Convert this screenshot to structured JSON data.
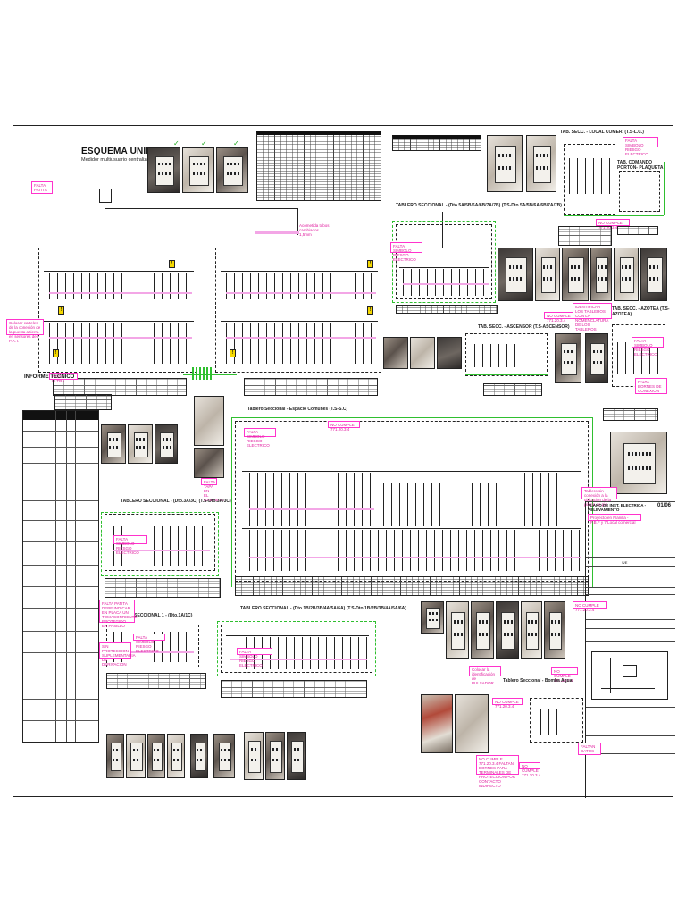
{
  "main": {
    "title": "ESQUEMA UNIFILAR",
    "subtitle": "Medidor multiusuario centralizado"
  },
  "report": {
    "title": "INFORME TECNICO"
  },
  "boards": {
    "sec_a": "TABLERO SECCIONAL - (Dto.5A/5B/6A/6B/7A/7B) (T.S-Dto.5A/5B/6A/6B/7A/7B)",
    "local": "TAB. SECC. - LOCAL COMER. (T.S-L.C.)",
    "porton": "TAB. COMANDO PORTON- PLAQUETA",
    "ascensor": "TAB. SECC. - ASCENSOR (T.S-ASCENSOR)",
    "azotea": "TAB. SECC. - AZOTEA (T.S-AZOTEA)",
    "comunes": "Tablero Seccional - Espacio Comunes (T.S-S.C)",
    "sec_b": "TABLERO SECCIONAL - (Dto.3A/3C) (T.S-Dto.3A/3C)",
    "sec_1": "TABLERO SECCIONAL 1 - (Dto.1A/1C)",
    "sec_c": "TABLERO SECCIONAL - (Dto.1B/2B/3B/4A/5A/6A) (T.S-Dto.1B/2B/3B/4A/5A/6A)",
    "bomba": "Tablero Seccional - Bomba Agua"
  },
  "notes": {
    "falta_patita": "FALTA PATITA",
    "carteles": "Colocar carteles de la conexión de la puesta a tierra en sensores del P.A.T.",
    "acometida": "Acometida tubos cambiados 1,5mm",
    "falta_simbolo_1": "FALTA SIMBOLO RIESGO ELECTRICO",
    "falta_simbolo_2": "FALTA SIMBOLO RIESGO ELECTRICO",
    "falta_simbolo_3": "FALTA SIMBOLO RIESGO ELECTRICO",
    "falta_simbolo_4": "FALTA SIMBOLO RIESGO ELECTRICO",
    "falta_simbolo_5": "FALTA SIMBOLO RIESGO ELECTRICO",
    "falta_simbolo_6": "FALTA SIMBOLO RIESGO ELECTRICO",
    "nocumple_1": "NO CUMPLE 771.20.3.4",
    "nocumple_2": "NO CUMPLE 771.20.3.4",
    "nocumple_3": "NO CUMPLE 771.20.3.4",
    "nocumple_4": "NO CUMPLE 771.20.3.4",
    "nocumple_5": "NO CUMPLE 771.20.3.4",
    "nocumple_6": "NO CUMPLE 771.20.3.4",
    "nocumple_7": "NO CUMPLE 771.20.3.4",
    "identificar": "IDENTIFICAR LOS TABLEROS CON LA NOMENCLATURA DE LOS TABLEROS",
    "falta_tapa": "FALTA TAPA EN EL GABINETE",
    "falta_ultra": "FALTA ULTRA",
    "falta_patita_board": "FALTA PATITA DEBE INDICAR EN PLACA UN TOMACORRIENTE PROTEGIDO EN PASILLO",
    "sin_proteccion": "SIN PROTECCION SUPLEMENTARIA DE DERIVACION",
    "falta_bornes": "FALTA BORNES DE CONEXION",
    "falta_datos": "FALTAN DATOS",
    "no_cumple_bornes": "NO CUMPLE 771.20.3.4 FALTAN BORNES PARA TERMINALES DE PROTECCION POR CONTACTO INDIRECTO",
    "falta_identificacion": "Colocar la identificación de PULSADOR",
    "tablero_sin": "Tablero sin conexión a la ubicación de la planta de pie"
  },
  "titleblock": {
    "title": "PLANO DE INST. ELECTRICA - RELEVAMIENTO",
    "project": "Proyecto en Planilla - P.B.F y 7 Local comercial",
    "sheet": "01/06",
    "scale": "S/E"
  }
}
